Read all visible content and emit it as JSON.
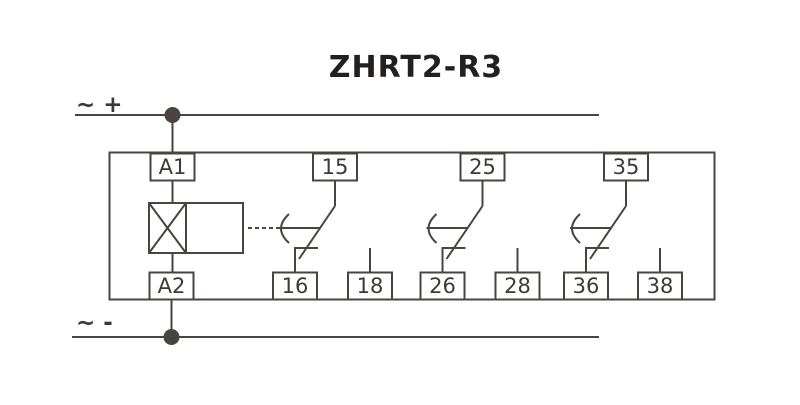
{
  "title": "ZHRT2-R3",
  "colors": {
    "line": "#4a4441",
    "label": "#3d3936",
    "title": "#241f1e",
    "background": "#ffffff"
  },
  "supply": {
    "top_label": "~ +",
    "bottom_label": "~ -"
  },
  "terminals": {
    "top": [
      {
        "label": "A1"
      },
      {
        "label": "15"
      },
      {
        "label": "25"
      },
      {
        "label": "35"
      }
    ],
    "bottom": [
      {
        "label": "A2"
      },
      {
        "label": "16"
      },
      {
        "label": "18"
      },
      {
        "label": "26"
      },
      {
        "label": "28"
      },
      {
        "label": "36"
      },
      {
        "label": "38"
      }
    ]
  },
  "symbols": {
    "coil": "relay-coil-symbol",
    "mechanical_link": "dashed-mechanical-link",
    "contacts": [
      "changeover-contact-15-16-18",
      "changeover-contact-25-26-28",
      "changeover-contact-35-36-38"
    ]
  }
}
